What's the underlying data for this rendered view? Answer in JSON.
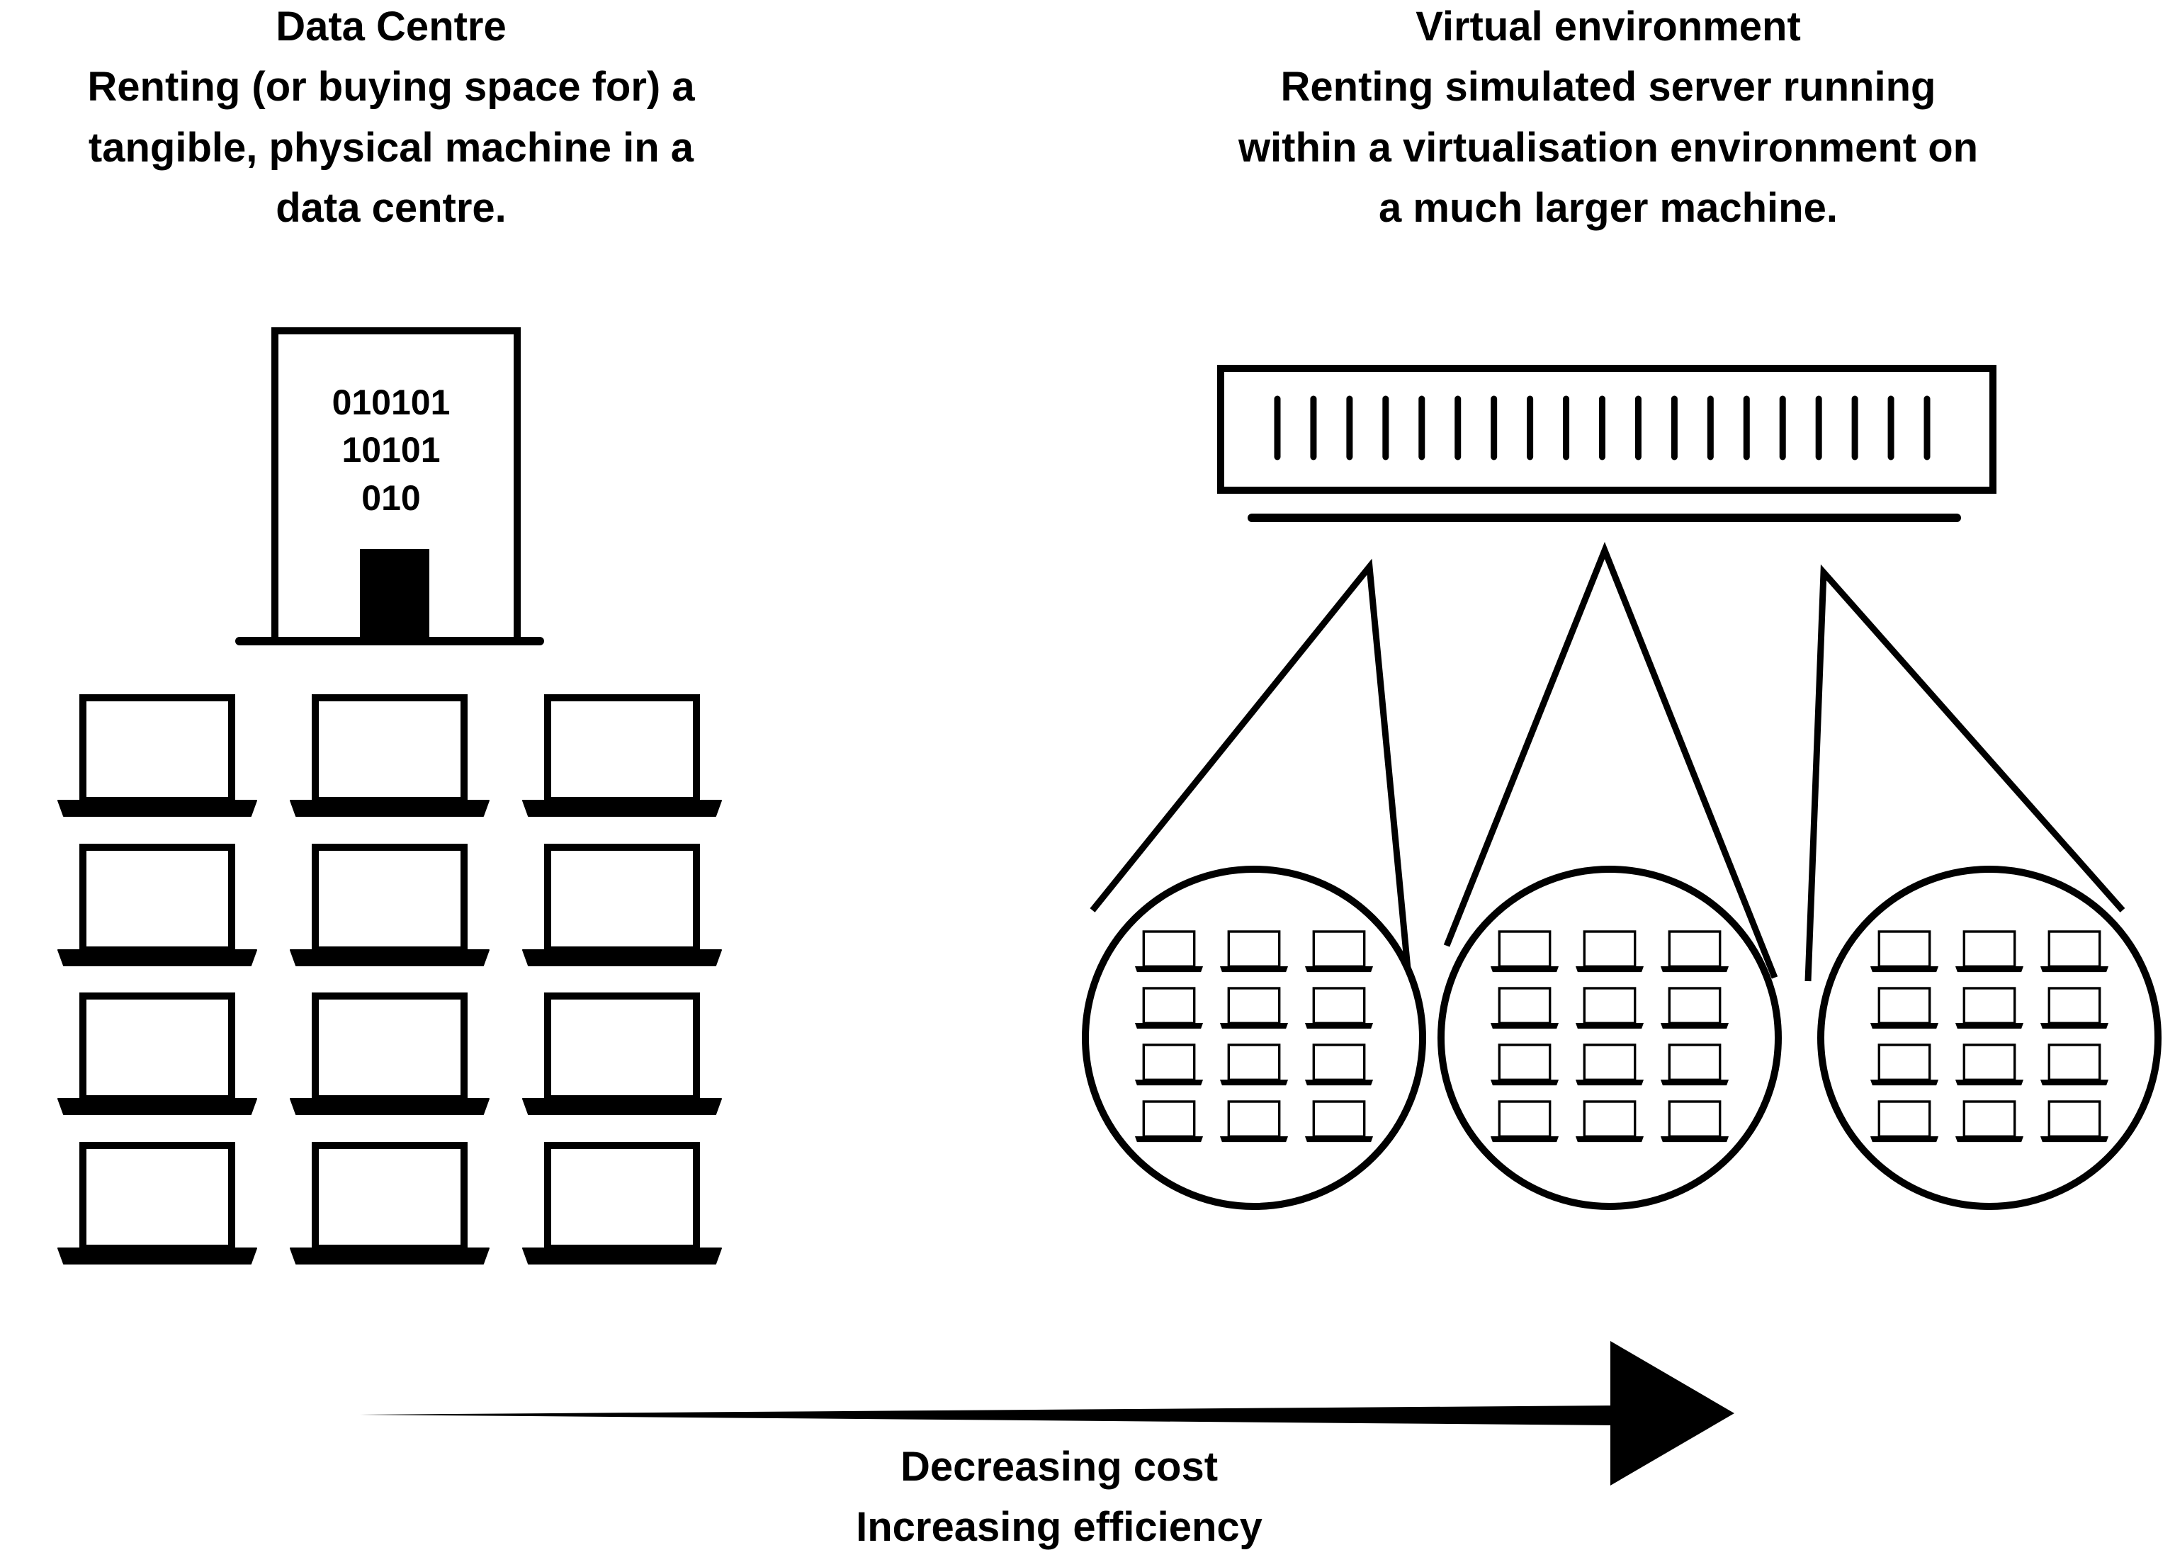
{
  "left_panel": {
    "title": "Data Centre",
    "description_lines": [
      "Renting (or buying space for) a",
      "tangible, physical machine in a",
      "data centre."
    ],
    "building_binary_lines": [
      "010101",
      "10101",
      "010"
    ],
    "laptop_grid": {
      "rows": 4,
      "cols": 3
    }
  },
  "right_panel": {
    "title": "Virtual environment",
    "description_lines": [
      "Renting simulated server running",
      "within a virtualisation environment on",
      "a much larger machine."
    ],
    "server_slot_count": 19,
    "virtual_machine_bubbles": 3,
    "mini_laptop_grid": {
      "rows": 4,
      "cols": 3
    }
  },
  "arrow": {
    "caption_lines": [
      "Decreasing cost",
      "Increasing efficiency"
    ]
  },
  "colors": {
    "stroke": "#000000",
    "background": "#ffffff"
  },
  "icons": [
    "data-centre-building-icon",
    "laptop-icon",
    "rack-server-icon",
    "virtual-machine-bubble-icon",
    "arrow-right-icon"
  ]
}
